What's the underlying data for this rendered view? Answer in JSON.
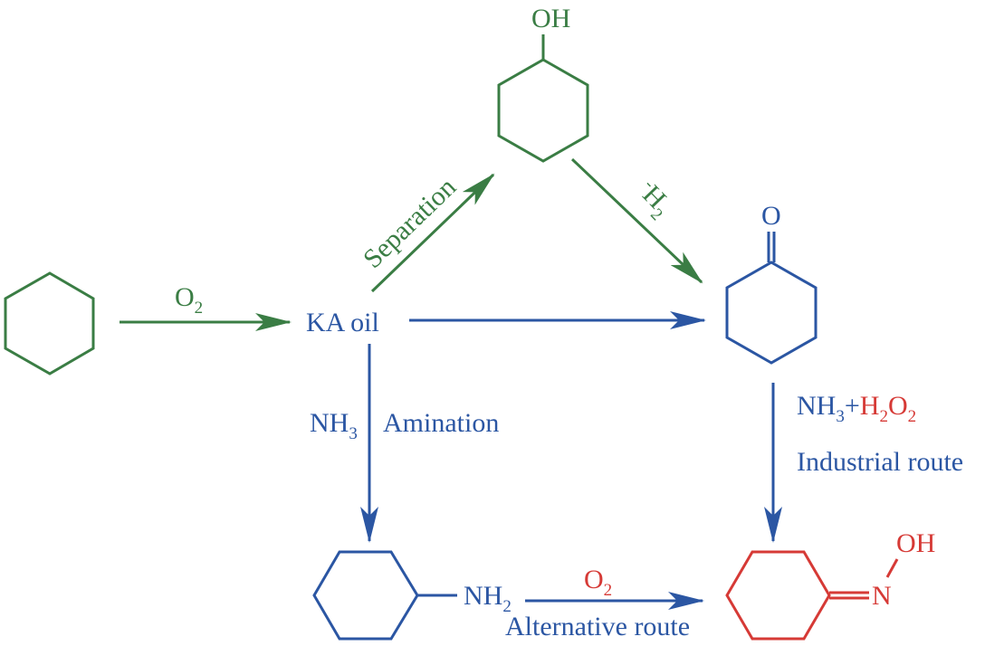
{
  "diagram": {
    "title": "Cyclohexanone oxime production routes from cyclohexane",
    "colors": {
      "oxidation_branch": "#3a7d44",
      "main_route": "#2b56a3",
      "oxime_and_peroxide": "#d63a36"
    },
    "molecules": {
      "cyclohexane": {
        "name": "Cyclohexane"
      },
      "cyclohexanol": {
        "name": "Cyclohexanol",
        "substituent": "OH"
      },
      "cyclohexanone": {
        "name": "Cyclohexanone",
        "substituent": "O"
      },
      "cyclohexylamine": {
        "name": "Cyclohexylamine",
        "substituent_main": "NH",
        "substituent_sub": "2"
      },
      "cyclohexanone_oxime": {
        "name": "Cyclohexanone oxime",
        "n_label": "N",
        "oh_label": "OH"
      }
    },
    "nodes": {
      "ka_oil": "KA oil"
    },
    "arrows": {
      "oxidation": {
        "reagent_main": "O",
        "reagent_sub": "2"
      },
      "separation": {
        "label": "Separation"
      },
      "dehydrogenation": {
        "prefix": "-",
        "reagent_main": "H",
        "reagent_sub": "2"
      },
      "ka_to_ketone": {
        "label": ""
      },
      "amination": {
        "reagent_main": "NH",
        "reagent_sub": "3",
        "label": "Amination"
      },
      "industrial": {
        "reagent1_main": "NH",
        "reagent1_sub": "3",
        "plus": "+",
        "reagent2_h": "H",
        "reagent2_sub1": "2",
        "reagent2_o": "O",
        "reagent2_sub2": "2",
        "label": "Industrial route"
      },
      "alternative": {
        "reagent_main": "O",
        "reagent_sub": "2",
        "label": "Alternative route"
      }
    }
  }
}
